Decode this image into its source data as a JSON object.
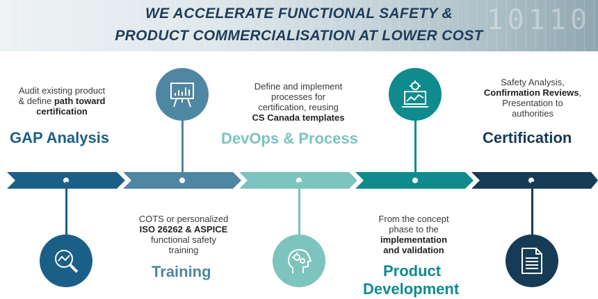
{
  "header": {
    "line1": "WE ACCELERATE  FUNCTIONAL  SAFETY &",
    "line2": "PRODUCT COMMERCIALISATION  AT LOWER COST"
  },
  "steps": [
    {
      "heading": "GAP Analysis",
      "desc_1": "Audit existing product",
      "desc_2": "& define ",
      "desc_2_bold": "path toward",
      "desc_3_bold": "certification",
      "color": "#1c5f86",
      "icon": "magnifier-chart-icon"
    },
    {
      "heading": "Training",
      "desc_1": "COTS or personalized",
      "desc_2_bold": "ISO 26262 & ASPICE",
      "desc_3": "functional safety",
      "desc_4": "training",
      "color": "#4f86a2",
      "icon": "presentation-board-icon"
    },
    {
      "heading": "DevOps & Process",
      "desc_1": "Define and implement",
      "desc_2": "processes for",
      "desc_3": "certification, reusing",
      "desc_4_bold": "CS Canada templates",
      "color": "#7cc4bd",
      "icon": "gear-head-icon"
    },
    {
      "heading_1": "Product",
      "heading_2": "Development",
      "desc_1": "From the concept",
      "desc_2": "phase to the",
      "desc_3_bold": "implementation",
      "desc_4_bold": "and validation",
      "color": "#0f8b8d",
      "icon": "laptop-gear-icon"
    },
    {
      "heading": "Certification",
      "desc_1": "Safety Analysis,",
      "desc_2_bold": "Confirmation Reviews",
      "desc_2_tail": ",",
      "desc_3": "Presentation to",
      "desc_4": "authorities",
      "color": "#163b56",
      "icon": "document-icon"
    }
  ]
}
